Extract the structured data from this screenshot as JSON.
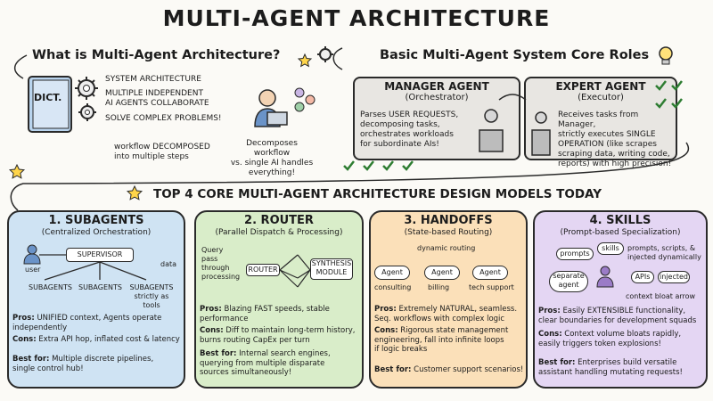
{
  "title": "MULTI-AGENT ARCHITECTURE",
  "what_is": {
    "heading": "What is Multi-Agent Architecture?",
    "dict_label": "DICT.",
    "bullets": [
      "SYSTEM ARCHITECTURE",
      "MULTIPLE INDEPENDENT\nAI AGENTS COLLABORATE",
      "SOLVE COMPLEX PROBLEMS!",
      "workflow DECOMPOSED\ninto multiple steps"
    ],
    "decomposes": "Decomposes workflow\nvs. single AI handles\neverything!"
  },
  "core_roles": {
    "heading": "Basic Multi-Agent System Core Roles",
    "manager": {
      "title": "MANAGER AGENT",
      "subtitle": "(Orchestrator)",
      "desc": "Parses USER REQUESTS,\ndecomposing tasks,\norchestrates workloads\nfor subordinate AIs!"
    },
    "expert": {
      "title": "EXPERT AGENT",
      "subtitle": "(Executor)",
      "desc": "Receives tasks from Manager,\nstrictly executes SINGLE\nOPERATION (like scrapes\nscraping data, writing code,\nreports) with high precision!"
    }
  },
  "models_heading": "TOP 4 CORE MULTI-AGENT ARCHITECTURE DESIGN MODELS TODAY",
  "panels": {
    "subagents": {
      "title": "1. SUBAGENTS",
      "subtitle": "(Centralized Orchestration)",
      "user": "user",
      "supervisor": "SUPERVISOR",
      "data": "data",
      "sub_labels": [
        "SUBAGENTS",
        "SUBAGENTS",
        "SUBAGENTS\nstrictly as\ntools"
      ],
      "pros": "UNIFIED context, Agents operate\nindependently",
      "cons": "Extra API hop, inflated cost & latency",
      "best": "Multiple discrete pipelines,\nsingle control hub!"
    },
    "router": {
      "title": "2. ROUTER",
      "subtitle": "(Parallel Dispatch & Processing)",
      "query": "Query\npass\nthrough\nprocessing",
      "router": "ROUTER",
      "synth": "SYNTHESIS\nMODULE",
      "pros": "Blazing FAST speeds, stable\nperformance",
      "cons": "Diff to maintain long-term history,\nburns routing CapEx per turn",
      "best": "Internal search engines,\nquerying from multiple disparate\nsources simultaneously!"
    },
    "handoffs": {
      "title": "3. HANDOFFS",
      "subtitle": "(State-based Routing)",
      "dynamic": "dynamic routing",
      "agent": "Agent",
      "labels": [
        "consulting",
        "billing",
        "tech support"
      ],
      "pros": "Extremely NATURAL, seamless.\nSeq. workflows with complex logic",
      "cons": "Rigorous state management\nengineering, fall into infinite loops\nif logic breaks",
      "best": "Customer support scenarios!"
    },
    "skills": {
      "title": "4. SKILLS",
      "subtitle": "(Prompt-based Specialization)",
      "bubbles": [
        "prompts",
        "skills",
        "APIs",
        "injected"
      ],
      "separate": "separate\nagent",
      "note": "prompts, scripts, &\ninjected dynamically",
      "arrow": "context bloat arrow",
      "pros": "Easily EXTENSIBLE functionality,\nclear boundaries for development squads",
      "cons": "Context volume bloats rapidly,\neasily triggers token explosions!",
      "best": "Enterprises build versatile\nassistant handling mutating requests!"
    }
  },
  "labels": {
    "pros": "Pros:",
    "cons": "Cons:",
    "best": "Best for:"
  },
  "colors": {
    "subagents": "#cfe3f3",
    "router": "#d9edc9",
    "handoffs": "#fbe0b9",
    "skills": "#e4d6f3",
    "check": "#2e7d32"
  }
}
